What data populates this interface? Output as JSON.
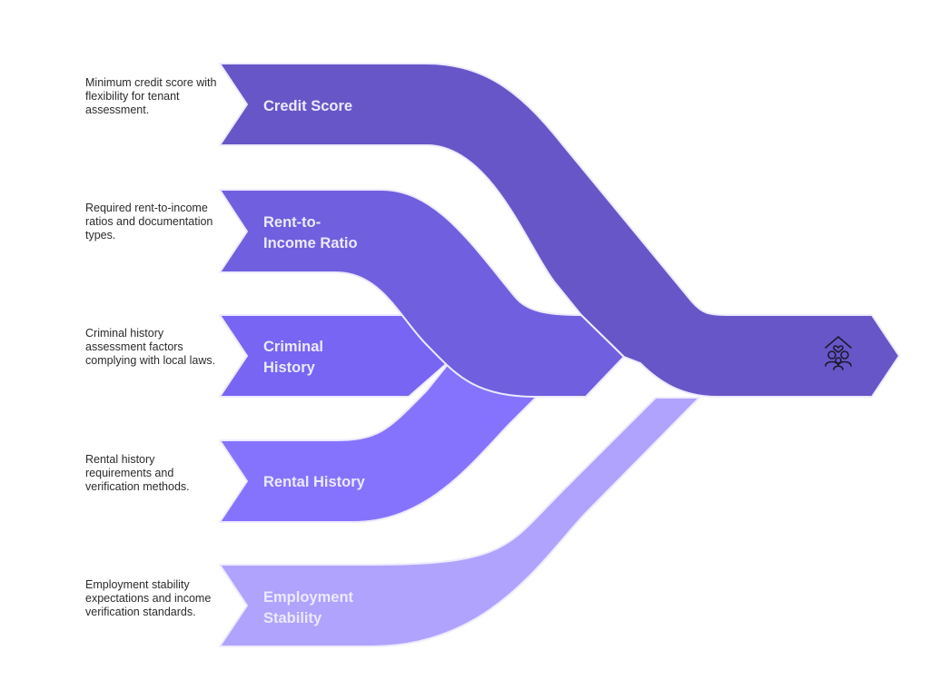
{
  "diagram": {
    "type": "converging-flow",
    "result_icon": "family-home-icon",
    "colors": {
      "credit_score": "#6756c8",
      "rent_to_income": "#705fde",
      "criminal_history": "#7865f3",
      "rental_history": "#8673fd",
      "employment_stability": "#afa3fd",
      "label_text": "#ece9ff",
      "description_text": "#2b2b2b"
    },
    "stages": [
      {
        "id": "credit-score",
        "label_lines": [
          "Credit Score"
        ],
        "description": "Minimum credit score with flexibility for tenant assessment."
      },
      {
        "id": "rent-to-income",
        "label_lines": [
          "Rent-to-",
          "Income Ratio"
        ],
        "description": "Required rent-to-income ratios and documentation types."
      },
      {
        "id": "criminal-history",
        "label_lines": [
          "Criminal",
          "History"
        ],
        "description": "Criminal history assessment factors complying with local laws."
      },
      {
        "id": "rental-history",
        "label_lines": [
          "Rental History"
        ],
        "description": "Rental history requirements and verification methods."
      },
      {
        "id": "employment-stability",
        "label_lines": [
          "Employment",
          "Stability"
        ],
        "description": "Employment stability expectations and income verification standards."
      }
    ]
  }
}
